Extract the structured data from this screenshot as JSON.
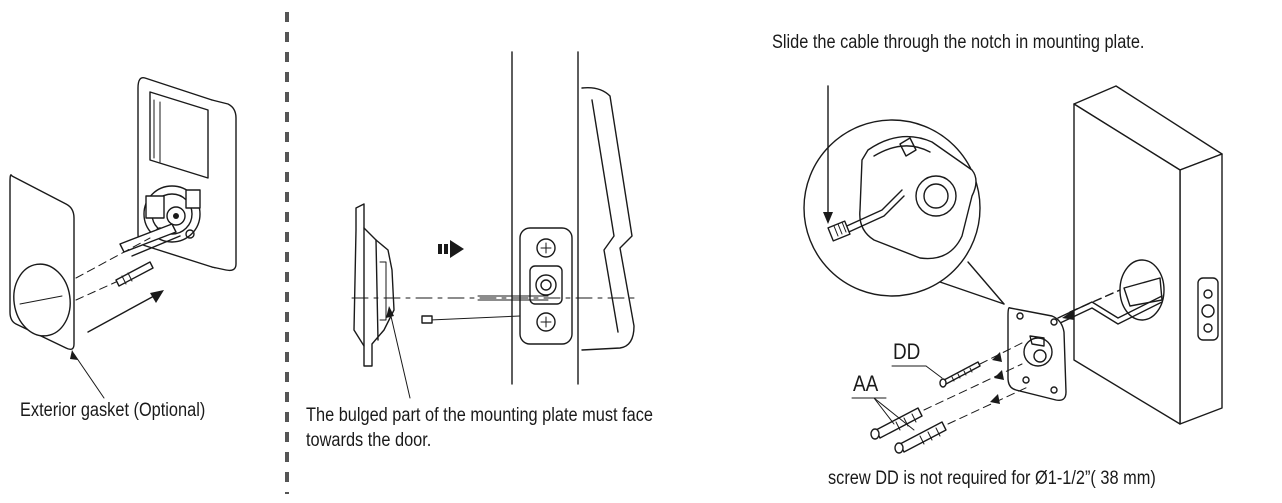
{
  "panels": {
    "left": {
      "caption": "Exterior gasket (Optional)"
    },
    "middle": {
      "caption_line1": "The bulged part of the mounting plate must face",
      "caption_line2": "towards the door."
    },
    "right": {
      "top_caption": "Slide the cable through the notch in mounting plate.",
      "bottom_caption": "screw DD is not required for Ø1-1/2”( 38 mm)",
      "screw_label_dd": "DD",
      "screw_label_aa": "AA"
    }
  },
  "colors": {
    "ink": "#1a1a1a",
    "divider": "#555555",
    "background": "#ffffff"
  }
}
